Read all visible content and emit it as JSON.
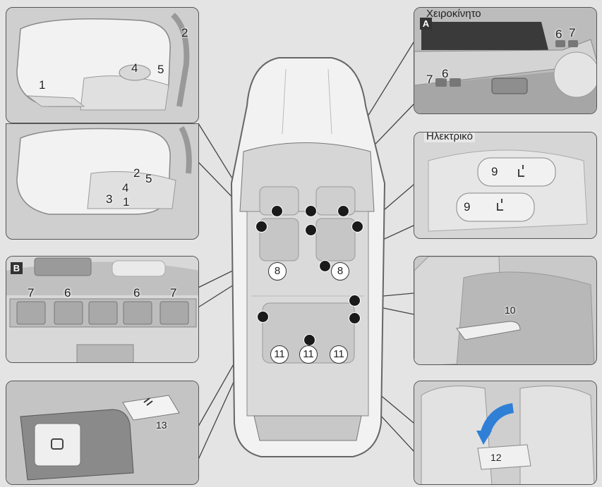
{
  "panels": {
    "manual_seat": {
      "labels": [
        "1",
        "2",
        "4",
        "5"
      ]
    },
    "power_seat": {
      "labels": [
        "1",
        "2",
        "3",
        "4",
        "5"
      ]
    },
    "console_a": {
      "badge": "A",
      "caption": "Χειροκίνητο",
      "labels": [
        "6",
        "7",
        "7",
        "6"
      ]
    },
    "power_switch": {
      "caption": "Ηλεκτρικό",
      "labels": [
        "9",
        "9"
      ]
    },
    "console_b": {
      "badge": "B",
      "labels": [
        "7",
        "6",
        "6",
        "7"
      ]
    },
    "rear_lever": {
      "labels": [
        "10"
      ]
    },
    "door_switch": {
      "labels": [
        "13"
      ]
    },
    "rear_recline": {
      "labels": [
        "12"
      ]
    }
  },
  "car": {
    "labels": [
      "8",
      "8",
      "11",
      "11",
      "11"
    ]
  }
}
